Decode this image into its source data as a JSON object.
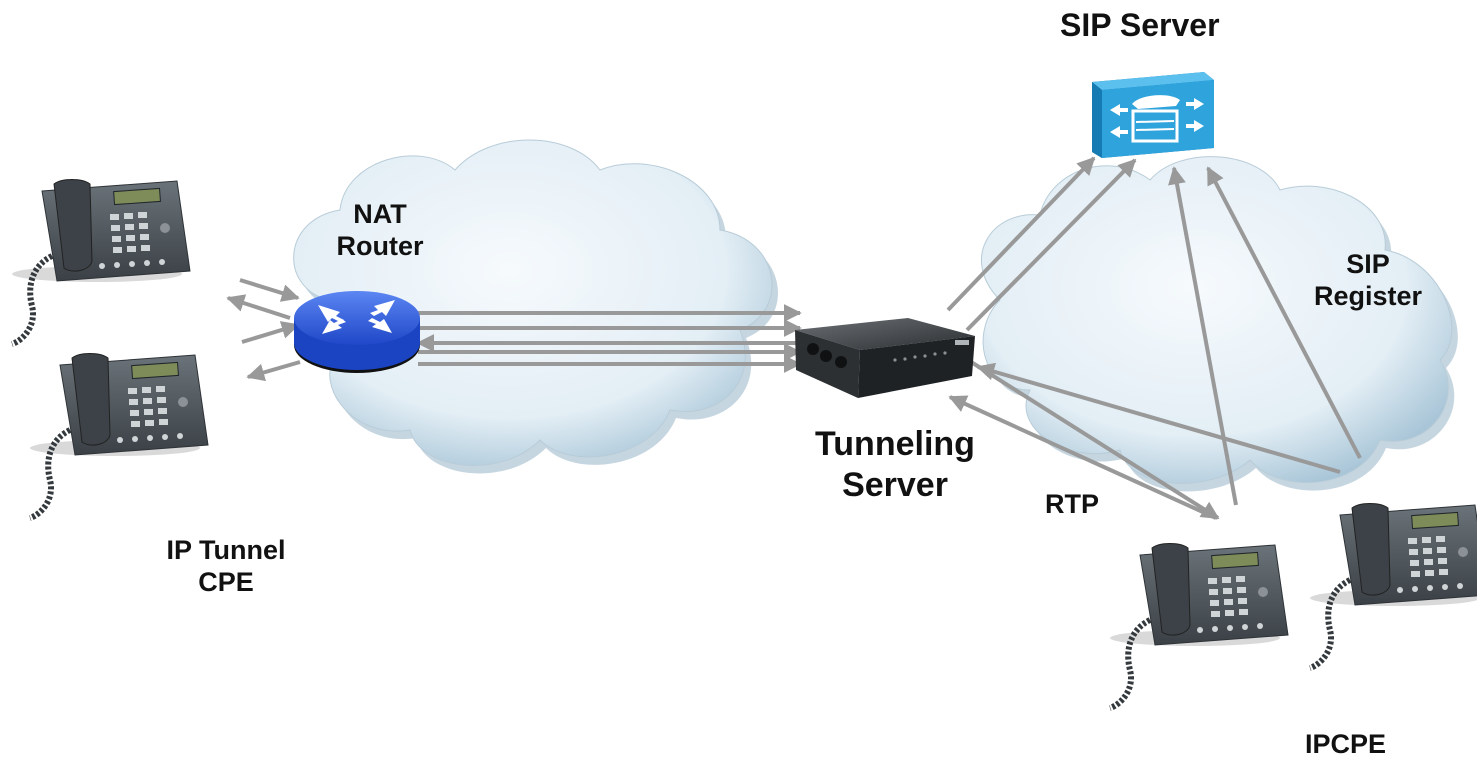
{
  "labels": {
    "sip_server": "SIP Server",
    "nat_router": [
      "NAT",
      "Router"
    ],
    "sip_register": [
      "SIP",
      "Register"
    ],
    "tunneling_server": [
      "Tunneling",
      "Server"
    ],
    "rtp": "RTP",
    "ip_tunnel_cpe": [
      "IP Tunnel",
      "CPE"
    ],
    "ipcpe": "IPCPE"
  },
  "colors": {
    "arrow": "#999999",
    "cloud_light": "#eef5fa",
    "cloud_dark": "#a9c6d8",
    "router": "#2f63e6",
    "sip_server": "#2fa3dc",
    "phone_body": "#4c5459",
    "server_body": "#3a3d40"
  },
  "icons": {
    "phone": "desk-phone-icon",
    "router": "router-icon",
    "server": "rack-server-icon",
    "sip_server": "sip-server-icon",
    "cloud": "cloud-icon"
  }
}
